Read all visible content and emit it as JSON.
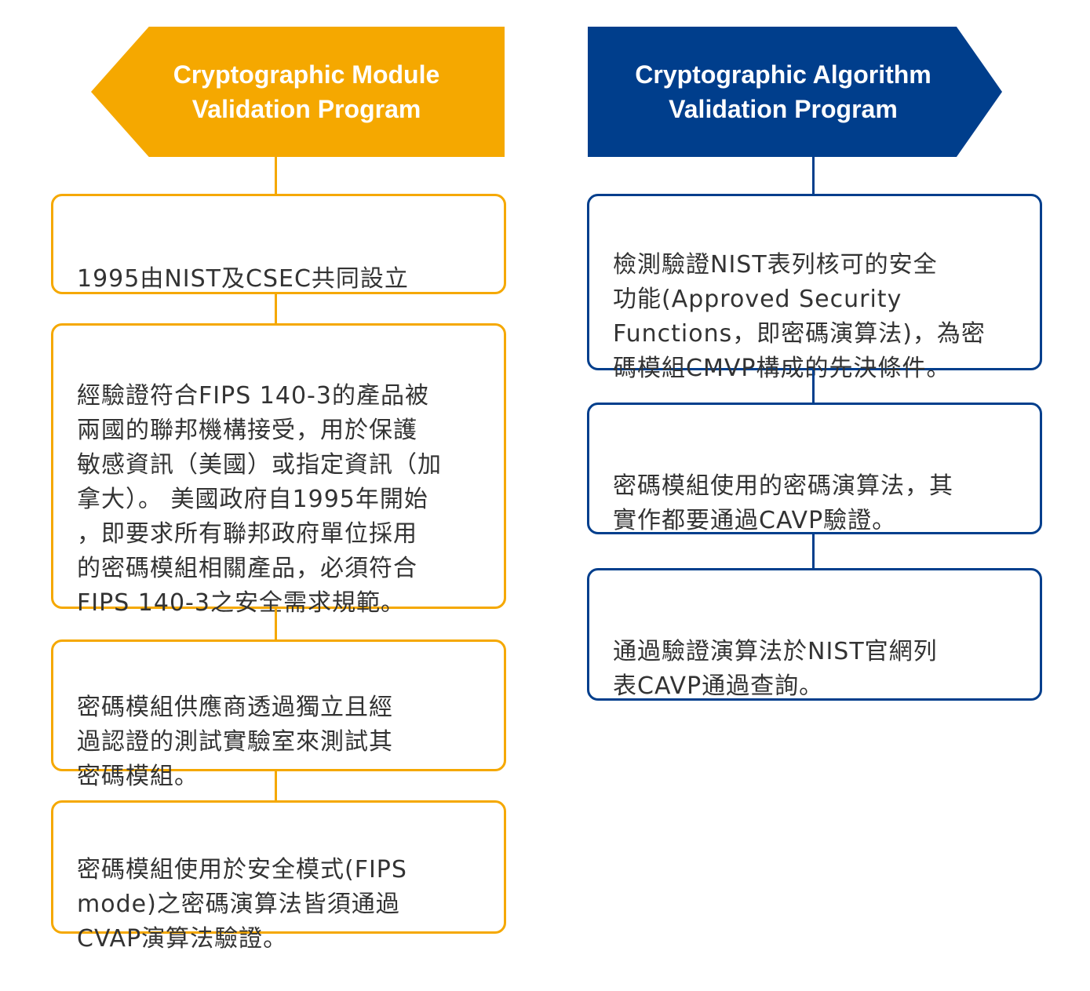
{
  "colors": {
    "module_accent": "#f5a800",
    "algorithm_accent": "#003e8c"
  },
  "module_program": {
    "title": "Cryptographic Module\nValidation Program",
    "steps": [
      "1995由NIST及CSEC共同設立",
      "經驗證符合FIPS 140-3的產品被\n兩國的聯邦機構接受，用於保護\n敏感資訊（美國）或指定資訊（加\n拿大）。 美國政府自1995年開始\n，即要求所有聯邦政府單位採用\n的密碼模組相關產品，必須符合\nFIPS 140-3之安全需求規範。",
      "密碼模組供應商透過獨立且經\n過認證的測試實驗室來測試其\n密碼模組。",
      "密碼模組使用於安全模式(FIPS\nmode)之密碼演算法皆須通過\nCVAP演算法驗證。"
    ]
  },
  "algorithm_program": {
    "title": "Cryptographic Algorithm\nValidation Program",
    "steps": [
      "檢測驗證NIST表列核可的安全\n功能(Approved Security\nFunctions，即密碼演算法)，為密\n碼模組CMVP構成的先決條件。",
      "密碼模組使用的密碼演算法，其\n實作都要通過CAVP驗證。",
      "通過驗證演算法於NIST官網列\n表CAVP通過查詢。"
    ]
  }
}
